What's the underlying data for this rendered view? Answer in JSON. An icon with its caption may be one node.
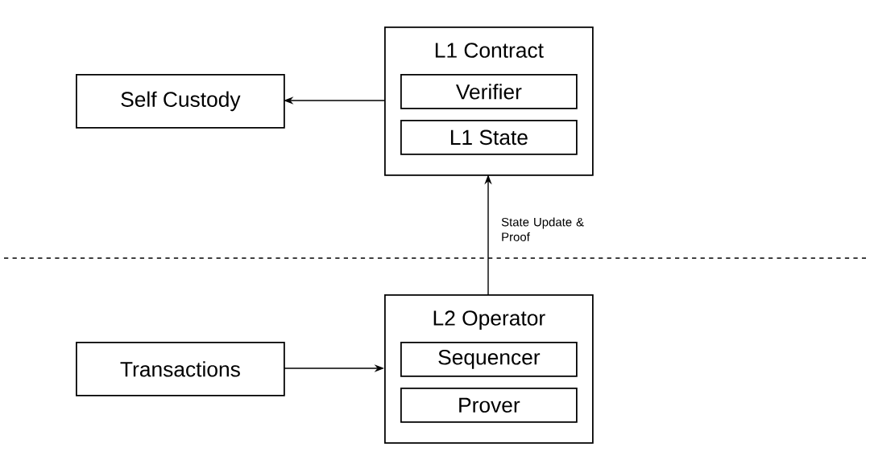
{
  "diagram": {
    "nodes": [
      {
        "text": [
          "L1 Contract"
        ]
      },
      {
        "text": [
          "Verifier"
        ],
        "in": 0
      },
      {
        "text": [
          "L1 State"
        ],
        "in": 0
      },
      {
        "text": [
          "Self Custody"
        ]
      },
      {
        "text": [
          "L2 Operator"
        ]
      },
      {
        "text": [
          "Sequencer"
        ],
        "in": 4
      },
      {
        "text": [
          "Prover"
        ],
        "in": 4
      },
      {
        "text": [
          "Transactions"
        ]
      }
    ],
    "edges": [
      {
        "from": 0,
        "to": 3,
        "arrow": "to"
      },
      {
        "from": 4,
        "to": 0,
        "arrow": "to",
        "label": "State Update & Proof"
      },
      {
        "from": 7,
        "to": 4,
        "arrow": "to"
      }
    ]
  }
}
